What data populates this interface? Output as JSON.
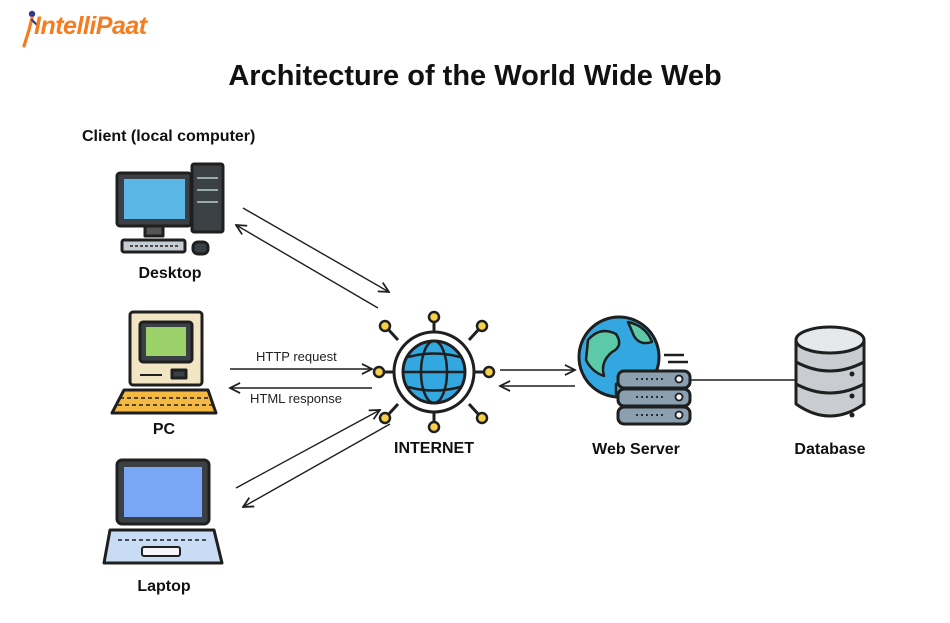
{
  "brand": {
    "logo_text": "IntelliPaat",
    "accent": "#f57c20"
  },
  "title": "Architecture of the World Wide Web",
  "client_label": "Client (local computer)",
  "nodes": {
    "desktop": "Desktop",
    "pc": "PC",
    "laptop": "Laptop",
    "internet": "INTERNET",
    "web_server": "Web Server",
    "database": "Database"
  },
  "edges": {
    "request": "HTTP request",
    "response": "HTML response"
  },
  "colors": {
    "outline": "#1f1f1f",
    "screen_blue": "#5bb8e6",
    "globe_blue": "#33a8e0",
    "globe_green": "#5cc9a7",
    "node_yellow": "#f7d04a",
    "server_gray": "#8aa0b0",
    "db_gray": "#c9cdd1",
    "pc_beige": "#f1e5c4",
    "pc_screen": "#9cd16a",
    "keyboard_orange": "#f4b942",
    "laptop_screen": "#7aa7f5"
  }
}
